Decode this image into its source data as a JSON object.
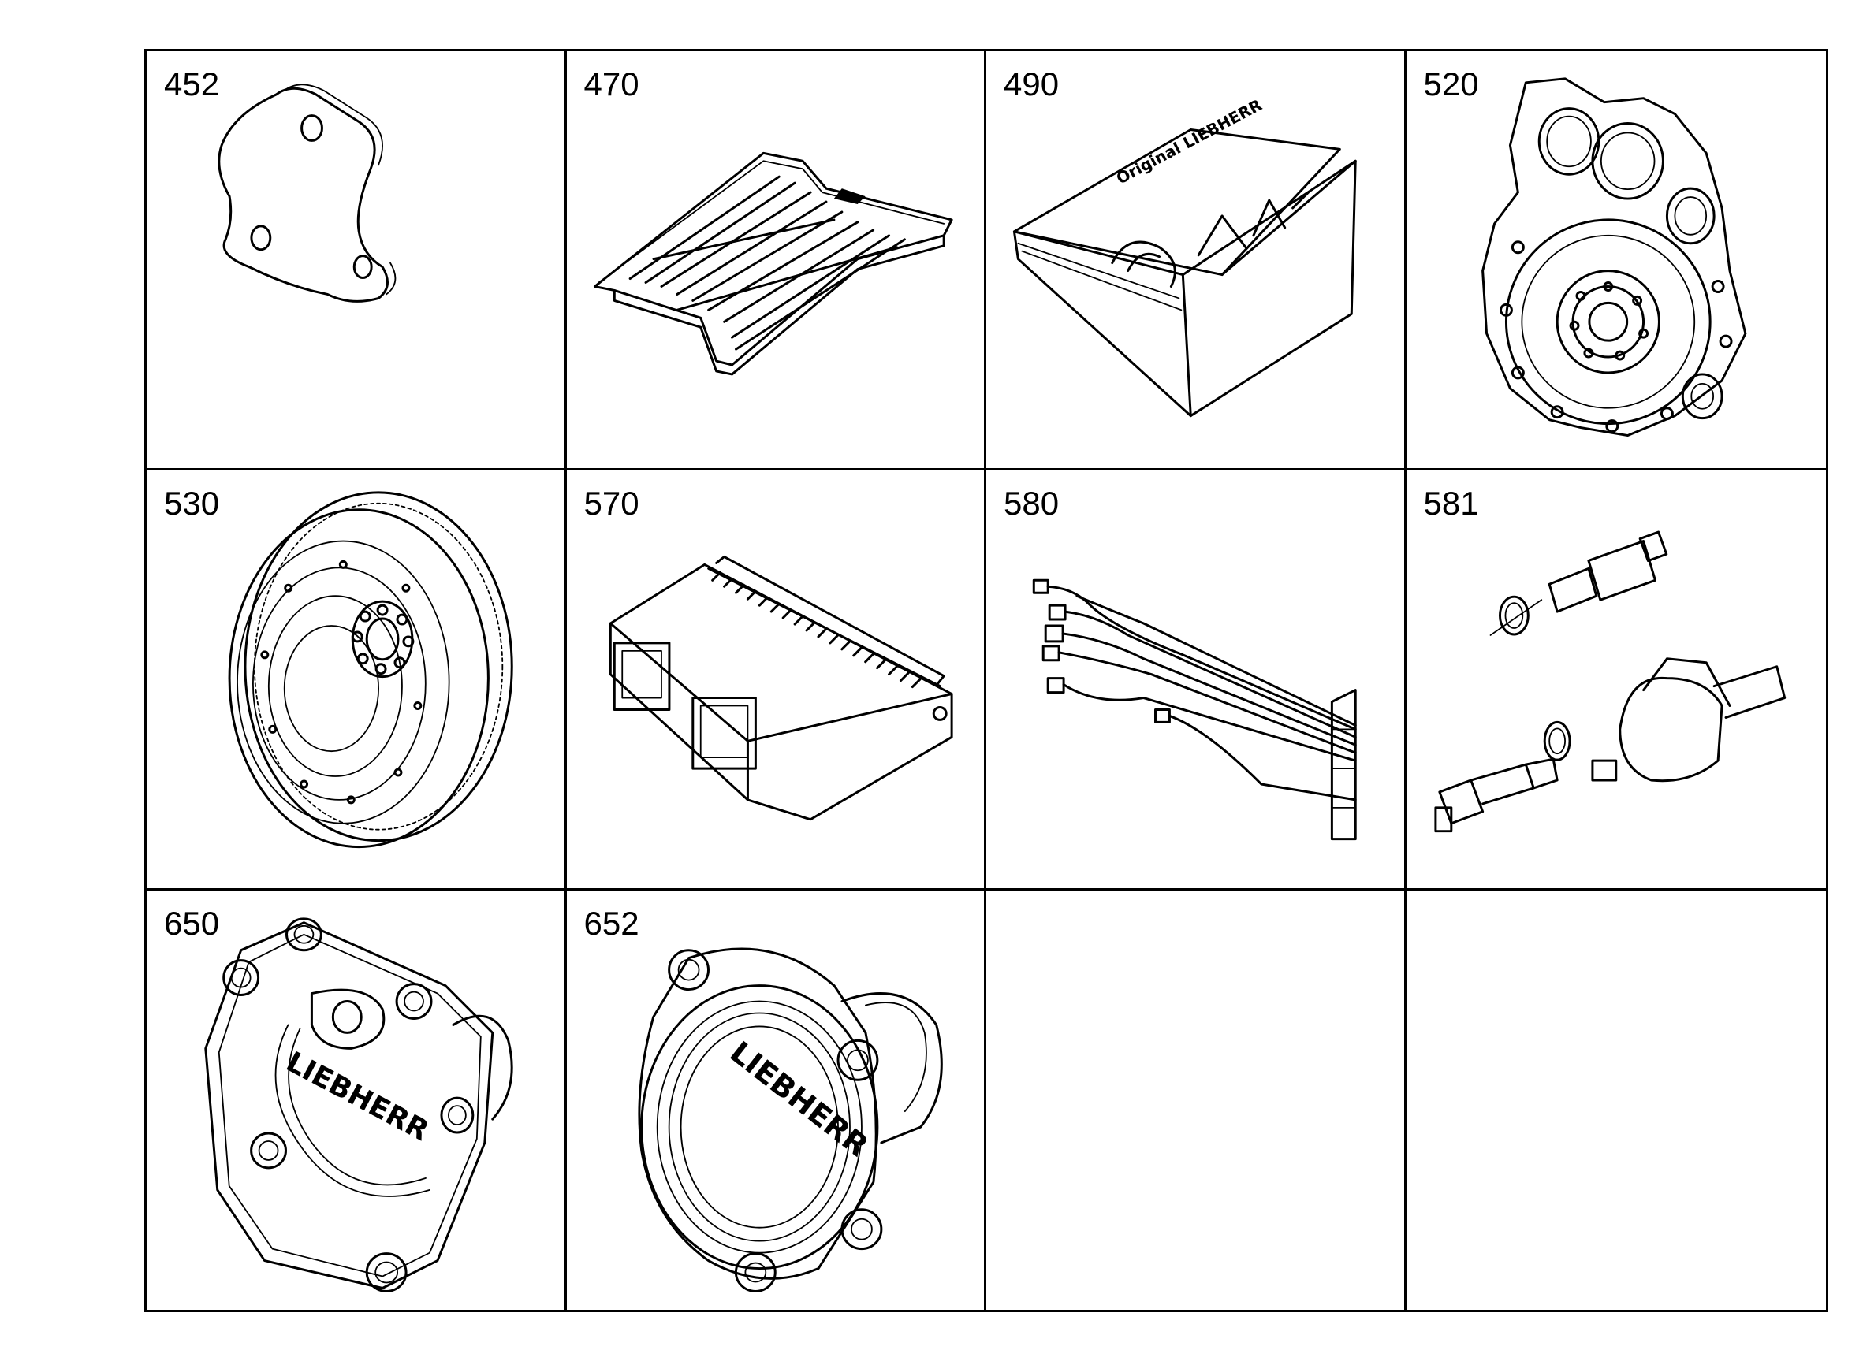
{
  "cells": [
    {
      "number": "452",
      "icon": "gasket-plate-icon"
    },
    {
      "number": "470",
      "icon": "base-plate-icon"
    },
    {
      "number": "490",
      "icon": "gasket-kit-box-icon"
    },
    {
      "number": "520",
      "icon": "flywheel-housing-icon"
    },
    {
      "number": "530",
      "icon": "flywheel-icon"
    },
    {
      "number": "570",
      "icon": "control-unit-icon"
    },
    {
      "number": "580",
      "icon": "wiring-harness-icon"
    },
    {
      "number": "581",
      "icon": "sensor-set-icon"
    },
    {
      "number": "650",
      "icon": "cover-liebherr-icon"
    },
    {
      "number": "652",
      "icon": "cover-liebherr-round-icon"
    },
    {
      "number": "",
      "icon": ""
    },
    {
      "number": "",
      "icon": ""
    }
  ],
  "logo_text": "LIEBHERR",
  "box_text": "Original LIEBHERR"
}
